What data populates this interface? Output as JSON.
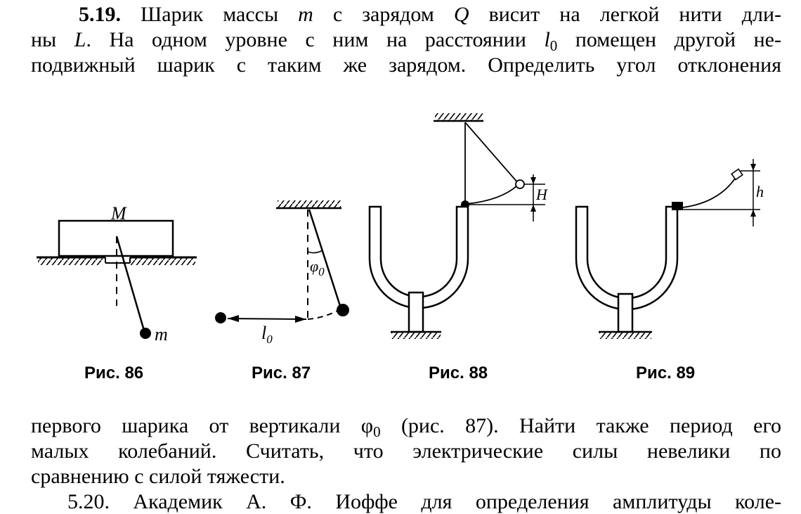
{
  "text_top": {
    "problem_number": "5.19.",
    "line1_rest_a": " Шарик массы ",
    "var_m": "m",
    "line1_rest_b": " с зарядом ",
    "var_Q": "Q",
    "line1_rest_c": " висит на легкой нити дли-",
    "line2_a": "ны ",
    "var_L": "L",
    "line2_b": ". На одном уровне с ним на расстоянии ",
    "var_l": "l",
    "sub_0": "0",
    "line2_c": " помещен другой не-",
    "line3": "подвижный шарик с таким же зарядом. Определить угол отклонения"
  },
  "figures": {
    "fig86": {
      "caption": "Рис. 86",
      "label_M": "M",
      "label_m": "m"
    },
    "fig87": {
      "caption": "Рис. 87",
      "label_phi": "φ",
      "label_phi_sub": "0",
      "label_l": "l",
      "label_l_sub": "0"
    },
    "fig88": {
      "caption": "Рис. 88",
      "label_H": "H"
    },
    "fig89": {
      "caption": "Рис. 89",
      "label_h": "h"
    }
  },
  "text_bottom": {
    "line1_a": "первого шарика от вертикали φ",
    "sub_0": "0",
    "line1_b": " (рис. 87). Найти также период его",
    "line2": "малых колебаний. Считать, что электрические силы невелики по",
    "line3": "сравнению с силой тяжести.",
    "next_line": "5.20. Академик А. Ф. Иоффе для определения амплитуды коле-"
  }
}
